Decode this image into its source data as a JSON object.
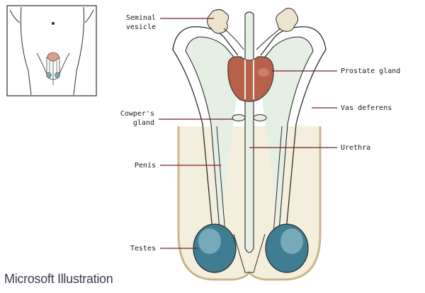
{
  "labels": {
    "seminal_vesicle_1": "Seminal",
    "seminal_vesicle_2": "vesicle",
    "prostate_gland": "Prostate gland",
    "vas_deferens": "Vas deferens",
    "cowpers_gland_1": "Cowper's",
    "cowpers_gland_2": "gland",
    "urethra": "Urethra",
    "penis": "Penis",
    "testes": "Testes"
  },
  "caption": "Microsoft Illustration",
  "colors": {
    "outline": "#2b2b2b",
    "skin": "#f1ead2",
    "skin_edge": "#c9b78a",
    "duct": "#e6efe4",
    "prostate": "#b7604a",
    "vesicle": "#ece4cc",
    "testis": "#3f7d93",
    "leader": "#7a1f2b"
  }
}
